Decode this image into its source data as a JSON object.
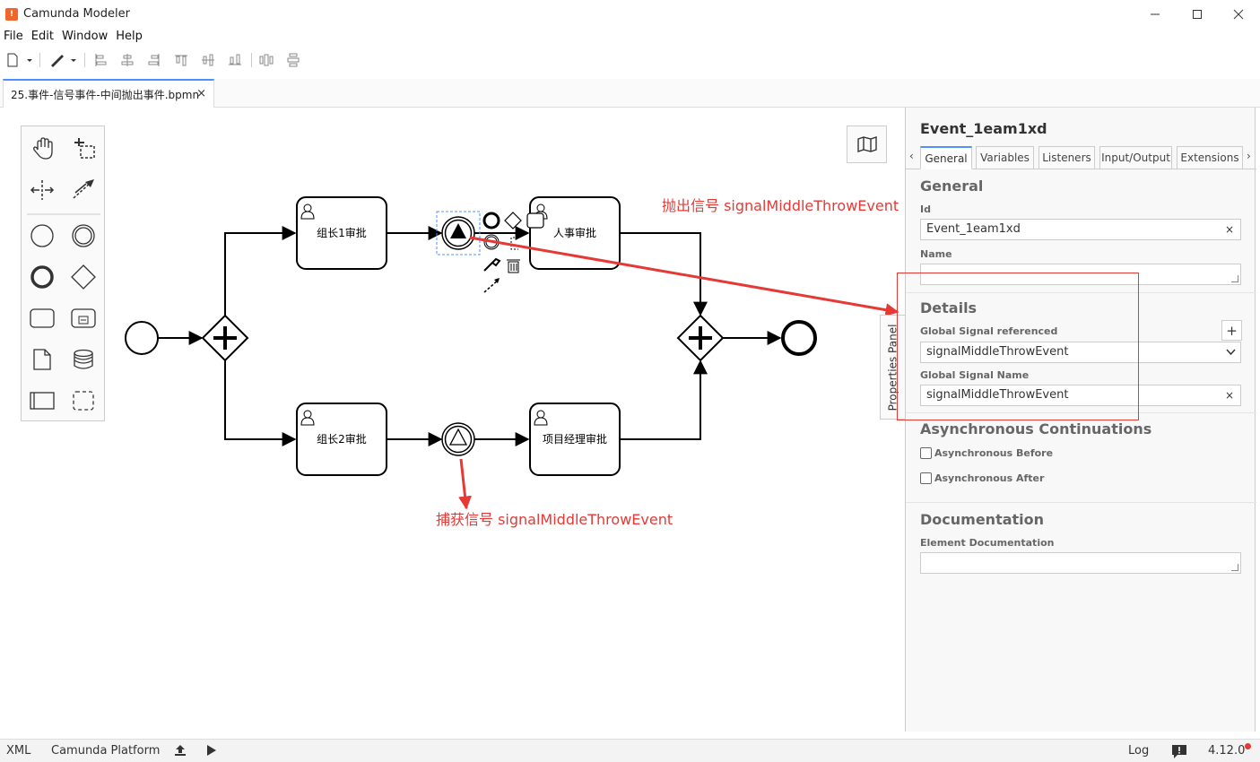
{
  "app": {
    "title": "Camunda Modeler",
    "logo": "camunda-logo",
    "window_controls": [
      "minimize-icon",
      "maximize-icon",
      "close-icon"
    ]
  },
  "menu": [
    "File",
    "Edit",
    "Window",
    "Help"
  ],
  "toolbar_icons": [
    "new-file-icon",
    "dropdown-icon",
    "color-brush-icon",
    "dropdown-icon",
    "align-left-icon",
    "align-center-icon",
    "align-right-icon",
    "align-top-icon",
    "align-middle-icon",
    "align-bottom-icon",
    "distribute-horizontal-icon",
    "distribute-vertical-icon"
  ],
  "tab": {
    "label": "25.事件-信号事件-中间抛出事件.bpmn",
    "close": "×"
  },
  "palette_icons": [
    "hand-tool-icon",
    "lasso-tool-icon",
    "space-tool-icon",
    "connect-tool-icon",
    "start-event-icon",
    "intermediate-event-icon",
    "end-event-icon",
    "gateway-icon",
    "task-icon",
    "subprocess-icon",
    "data-object-icon",
    "data-store-icon",
    "pool-icon",
    "group-icon"
  ],
  "diagram": {
    "tasks": [
      "组长1审批",
      "人事审批",
      "组长2审批",
      "项目经理审批"
    ],
    "throw_event": "signal-throw-event",
    "catch_event": "signal-catch-event",
    "context_pad": [
      "end-event-icon",
      "gateway-icon",
      "task-icon",
      "intermediate-event-icon",
      "text-annotation-icon",
      "wrench-icon",
      "trash-icon",
      "connect-icon"
    ]
  },
  "annotations": {
    "throw": "抛出信号 signalMiddleThrowEvent",
    "catch": "捕获信号 signalMiddleThrowEvent"
  },
  "properties_toggle": "Properties Panel",
  "properties": {
    "title": "Event_1eam1xd",
    "tabs": [
      "General",
      "Variables",
      "Listeners",
      "Input/Output",
      "Extensions"
    ],
    "active_tab": "General",
    "general": {
      "heading": "General",
      "id_label": "Id",
      "id_value": "Event_1eam1xd",
      "name_label": "Name",
      "name_value": ""
    },
    "details": {
      "heading": "Details",
      "signal_ref_label": "Global Signal referenced",
      "signal_ref_value": "signalMiddleThrowEvent",
      "signal_name_label": "Global Signal Name",
      "signal_name_value": "signalMiddleThrowEvent"
    },
    "async": {
      "heading": "Asynchronous Continuations",
      "before_label": "Asynchronous Before",
      "after_label": "Asynchronous After"
    },
    "documentation": {
      "heading": "Documentation",
      "label": "Element Documentation",
      "value": ""
    },
    "clear_glyph": "×",
    "add_glyph": "+",
    "nav_left": "‹",
    "nav_right": "›"
  },
  "status": {
    "xml": "XML",
    "platform": "Camunda Platform",
    "log": "Log",
    "version": "4.12.0"
  },
  "colors": {
    "accent": "#4d90fe",
    "annotation": "#e53935",
    "logo": "#f0652a"
  }
}
